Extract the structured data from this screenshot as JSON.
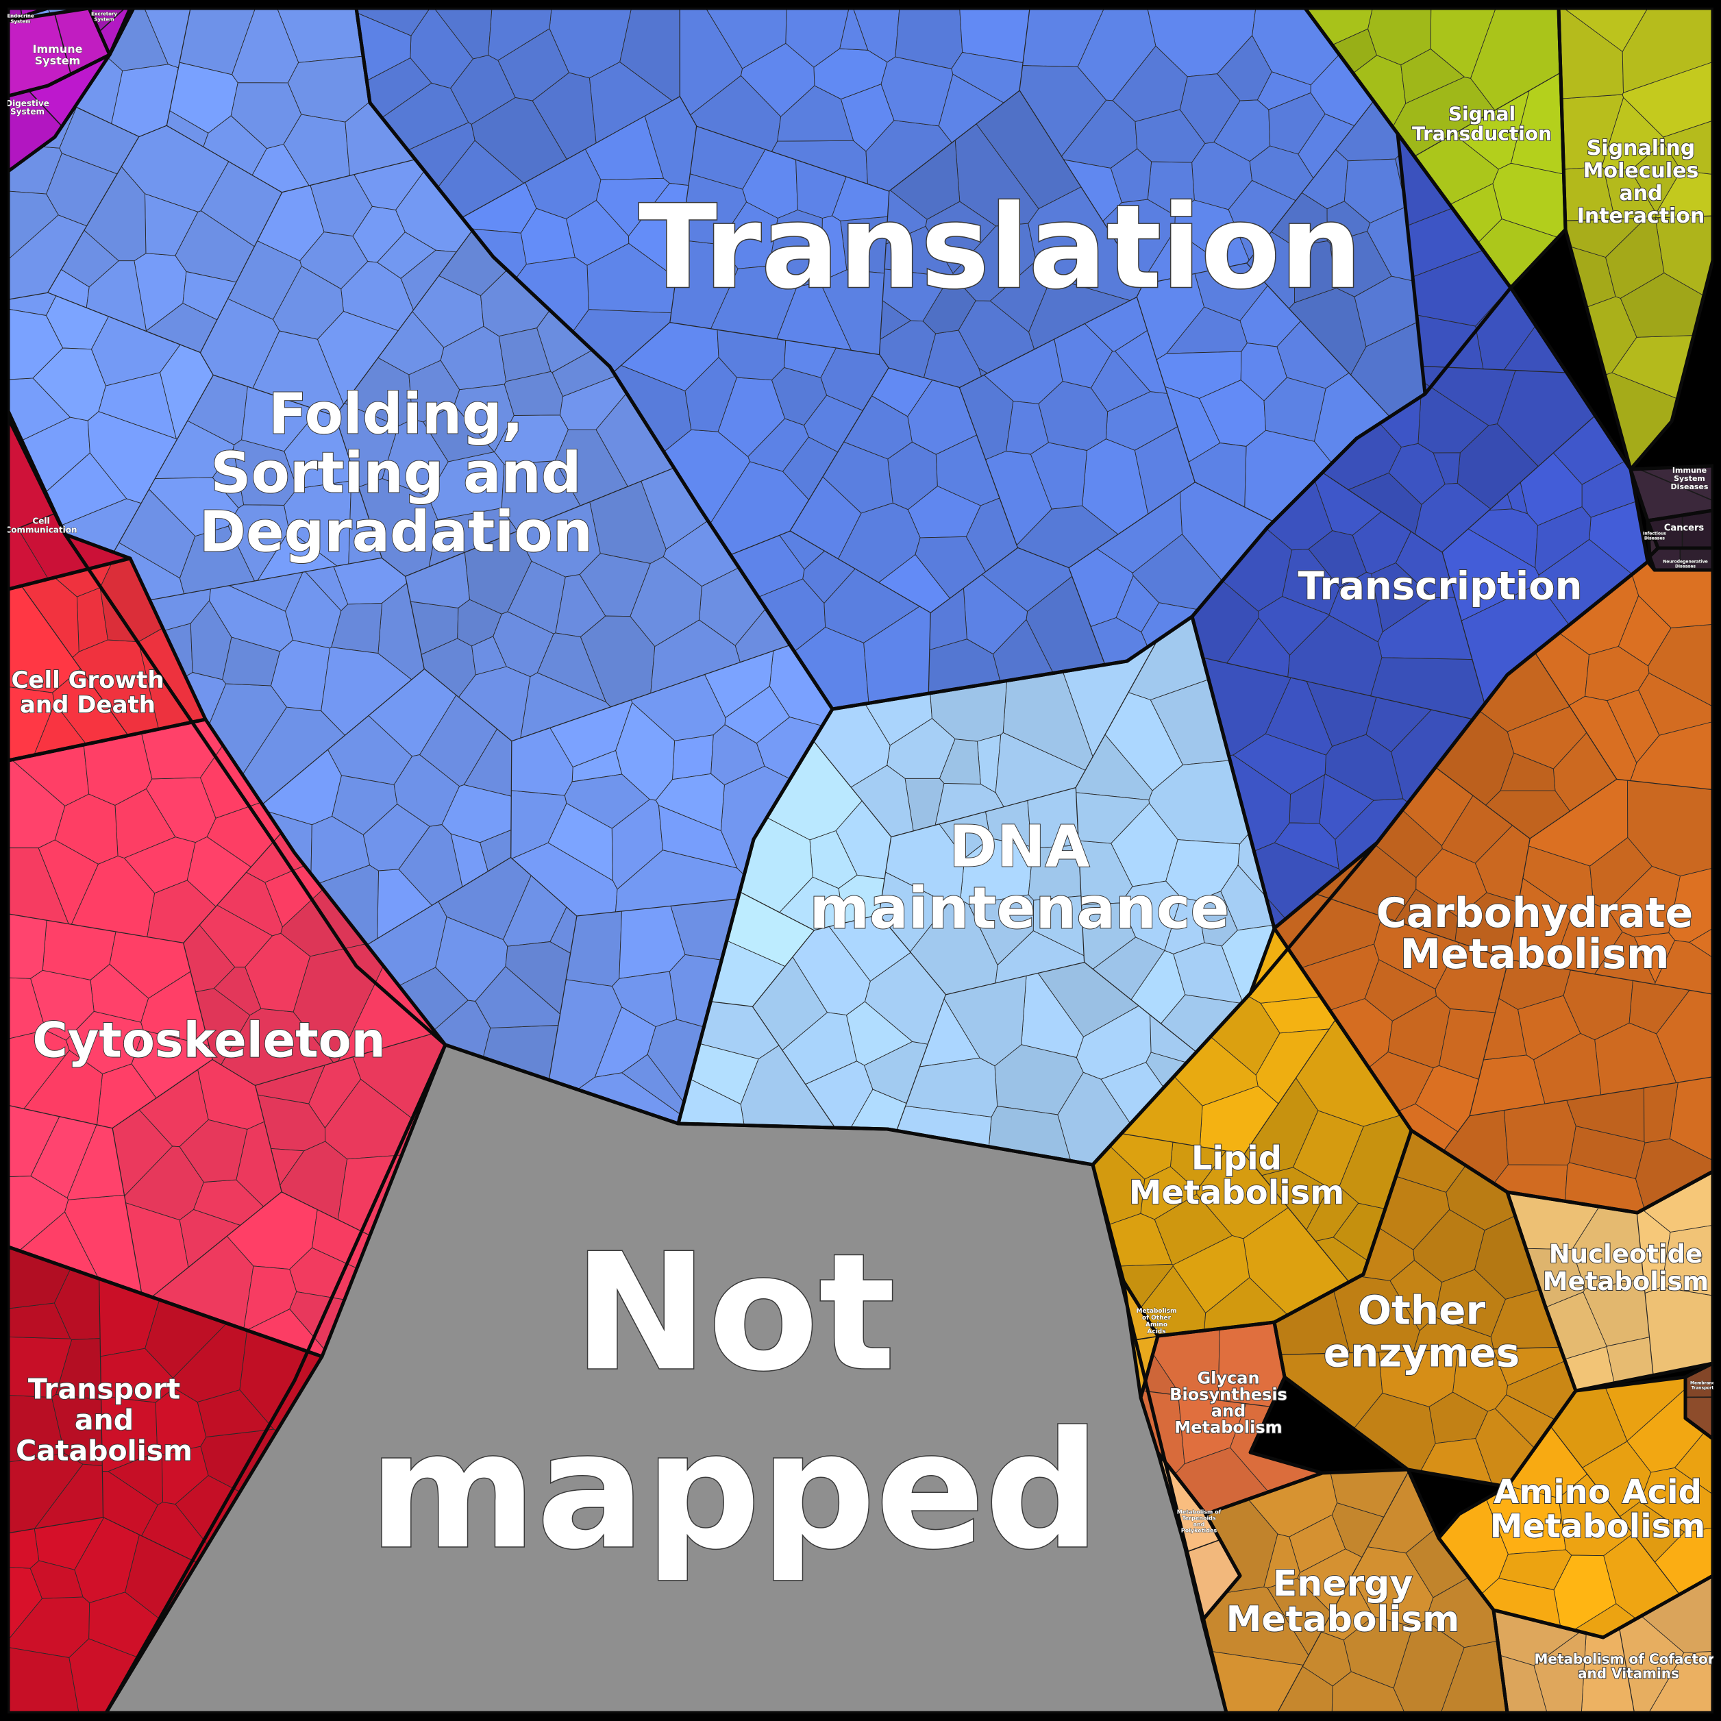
{
  "regions": [
    {
      "id": "translation",
      "label": [
        "Translation"
      ],
      "color": "#5a7fe0"
    },
    {
      "id": "folding",
      "label": [
        "Folding,",
        "Sorting and",
        "Degradation"
      ],
      "color": "#6f93ea"
    },
    {
      "id": "transcription",
      "label": [
        "Transcription"
      ],
      "color": "#3e56c8"
    },
    {
      "id": "dna",
      "label": [
        "DNA",
        "maintenance"
      ],
      "color": "#a9d3fb"
    },
    {
      "id": "not-mapped",
      "label": [
        "Not",
        "mapped"
      ],
      "color": "#8f8f8f"
    },
    {
      "id": "cytoskeleton",
      "label": [
        "Cytoskeleton"
      ],
      "color": "#fb3d63"
    },
    {
      "id": "cell-growth",
      "label": [
        "Cell Growth",
        "and Death"
      ],
      "color": "#f2333f"
    },
    {
      "id": "cell-communication",
      "label": [
        "Cell",
        "Communication"
      ],
      "color": "#d4123a"
    },
    {
      "id": "transport",
      "label": [
        "Transport",
        "and",
        "Catabolism"
      ],
      "color": "#c40f26"
    },
    {
      "id": "immune-system",
      "label": [
        "Immune",
        "System"
      ],
      "color": "#c51ec5"
    },
    {
      "id": "digestive-system",
      "label": [
        "Digestive",
        "System"
      ],
      "color": "#b817c8"
    },
    {
      "id": "endocrine-system",
      "label": [
        "Endocrine",
        "System"
      ],
      "color": "#a818b8"
    },
    {
      "id": "excretory-system",
      "label": [
        "Excretory",
        "System"
      ],
      "color": "#a818b8"
    },
    {
      "id": "signal-transduction",
      "label": [
        "Signal",
        "Transduction"
      ],
      "color": "#a8c21a"
    },
    {
      "id": "signaling-molecules",
      "label": [
        "Signaling",
        "Molecules",
        "and",
        "Interaction"
      ],
      "color": "#b7bd1c"
    },
    {
      "id": "immune-diseases",
      "label": [
        "Immune",
        "System",
        "Diseases"
      ],
      "color": "#3d2a3d"
    },
    {
      "id": "cancers",
      "label": [
        "Cancers"
      ],
      "color": "#2d1c2d"
    },
    {
      "id": "infectious-diseases",
      "label": [
        "Infectious",
        "Diseases"
      ],
      "color": "#3b2838"
    },
    {
      "id": "neurodegenerative-diseases",
      "label": [
        "Neurodegenerative",
        "Diseases"
      ],
      "color": "#332233"
    },
    {
      "id": "carbohydrate",
      "label": [
        "Carbohydrate",
        "Metabolism"
      ],
      "color": "#c7661f"
    },
    {
      "id": "lipid",
      "label": [
        "Lipid",
        "Metabolism"
      ],
      "color": "#dba010"
    },
    {
      "id": "nucleotide",
      "label": [
        "Nucleotide",
        "Metabolism"
      ],
      "color": "#e9bd72"
    },
    {
      "id": "other-enzymes",
      "label": [
        "Other",
        "enzymes"
      ],
      "color": "#c68415"
    },
    {
      "id": "glycan",
      "label": [
        "Glycan",
        "Biosynthesis",
        "and",
        "Metabolism"
      ],
      "color": "#d66a3b"
    },
    {
      "id": "other-amino-acids",
      "label": [
        "Metabolism",
        "of Other",
        "Amino",
        "Acids"
      ],
      "color": "#e3a51c"
    },
    {
      "id": "membrane-transport",
      "label": [
        "Membrane",
        "Transport"
      ],
      "color": "#8a4a2a"
    },
    {
      "id": "amino-acid",
      "label": [
        "Amino Acid",
        "Metabolism"
      ],
      "color": "#f4a812"
    },
    {
      "id": "energy",
      "label": [
        "Energy",
        "Metabolism"
      ],
      "color": "#c9892e"
    },
    {
      "id": "terpenoids",
      "label": [
        "Metabolism of",
        "Terpenoids",
        "and",
        "Polyketides"
      ],
      "color": "#f2b87c"
    },
    {
      "id": "cofactors",
      "label": [
        "Metabolism of Cofactors",
        "and Vitamins"
      ],
      "color": "#d9a35a"
    }
  ]
}
